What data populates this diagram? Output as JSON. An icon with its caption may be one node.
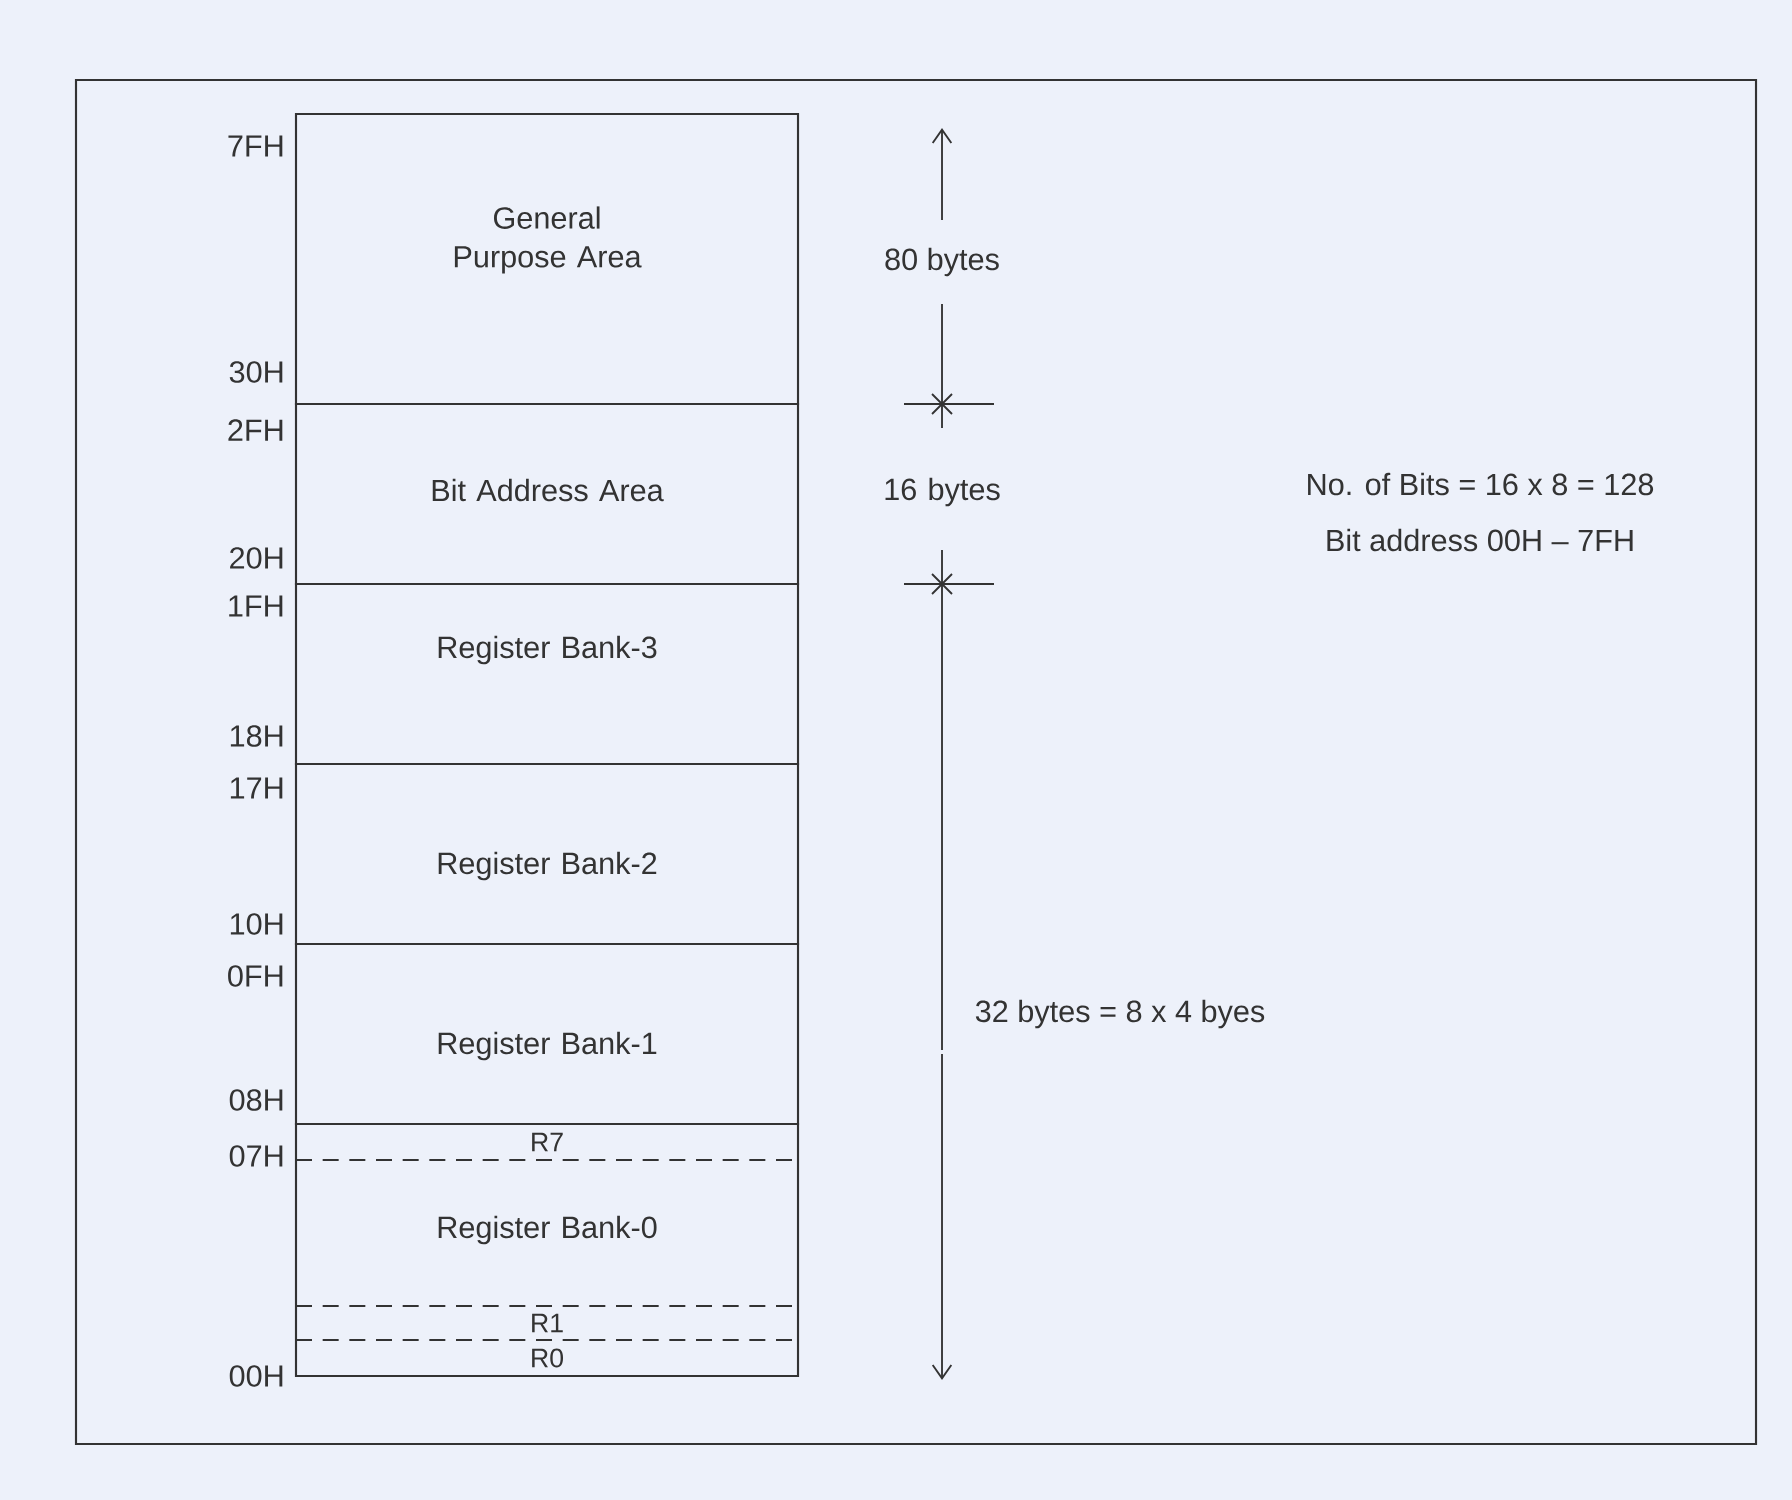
{
  "diagram": {
    "nodes": [
      {
        "text": [
          "General Purpose Area"
        ]
      },
      {
        "text": [
          "Bit Address Area"
        ]
      },
      {
        "text": [
          "Register Bank-3"
        ]
      },
      {
        "text": [
          "Register Bank-2"
        ]
      },
      {
        "text": [
          "Register Bank-1"
        ]
      },
      {
        "text": [
          "Register Bank-0"
        ]
      },
      {
        "text": [
          "R7"
        ],
        "in": 5
      },
      {
        "text": [
          "R1"
        ],
        "in": 5
      },
      {
        "text": [
          "R0"
        ],
        "in": 5
      }
    ],
    "labels": [
      "7FH",
      "30H",
      "2FH",
      "20H",
      "1FH",
      "18H",
      "17H",
      "10H",
      "0FH",
      "08H",
      "07H",
      "00H",
      "80 bytes",
      "16 bytes",
      "No. of Bits = 16 x 8 = 128",
      "Bit address 00H – 7FH",
      "32 bytes = 8 x 4 byes"
    ]
  }
}
